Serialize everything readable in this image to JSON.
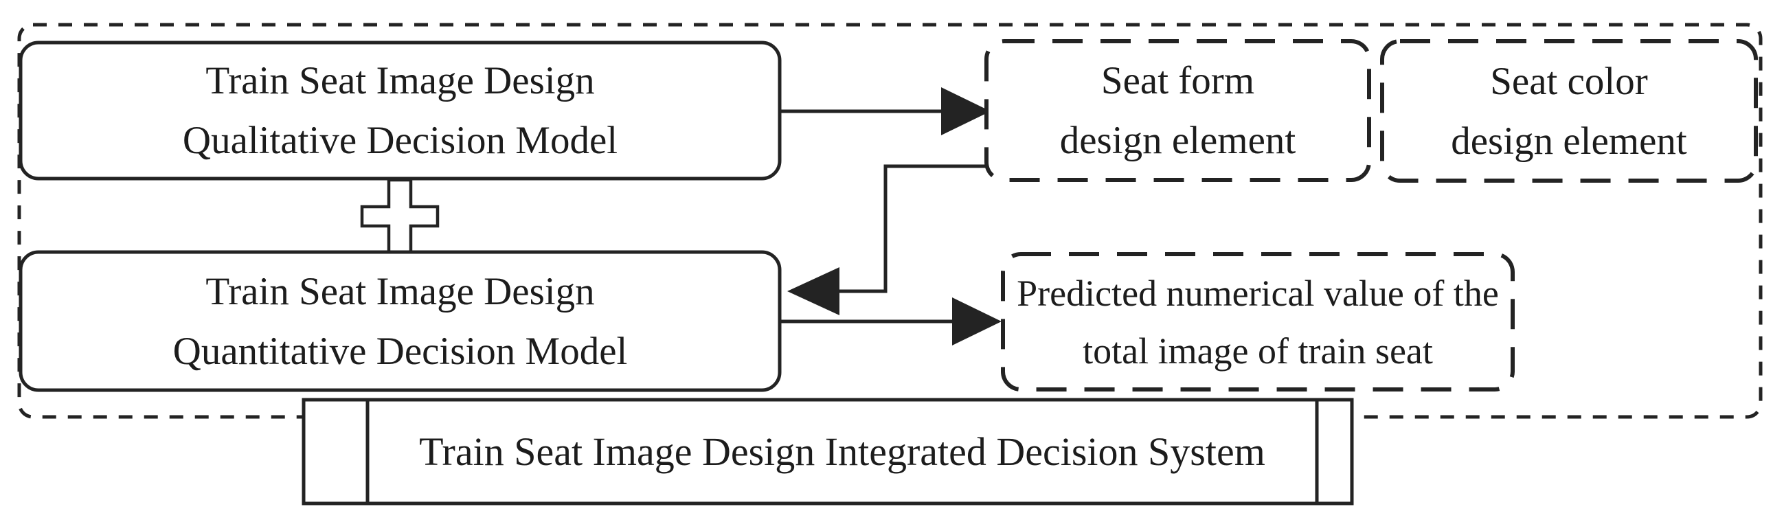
{
  "figure": {
    "background": "#ffffff",
    "ink_color": "#232323",
    "boxes": {
      "qualitative_model": {
        "line1": "Train Seat Image Design",
        "line2": "Qualitative Decision Model"
      },
      "quantitative_model": {
        "line1": "Train Seat Image Design",
        "line2": "Quantitative Decision Model"
      },
      "seat_form_element": {
        "line1": "Seat form",
        "line2": "design element"
      },
      "seat_color_element": {
        "line1": "Seat color",
        "line2": "design element"
      },
      "predicted_value": {
        "line1": "Predicted numerical value of the",
        "line2": "total image of train seat"
      },
      "integrated_system": {
        "label": "Train Seat Image Design Integrated Decision System"
      }
    },
    "icons": {
      "plus_operator": "plus"
    }
  }
}
